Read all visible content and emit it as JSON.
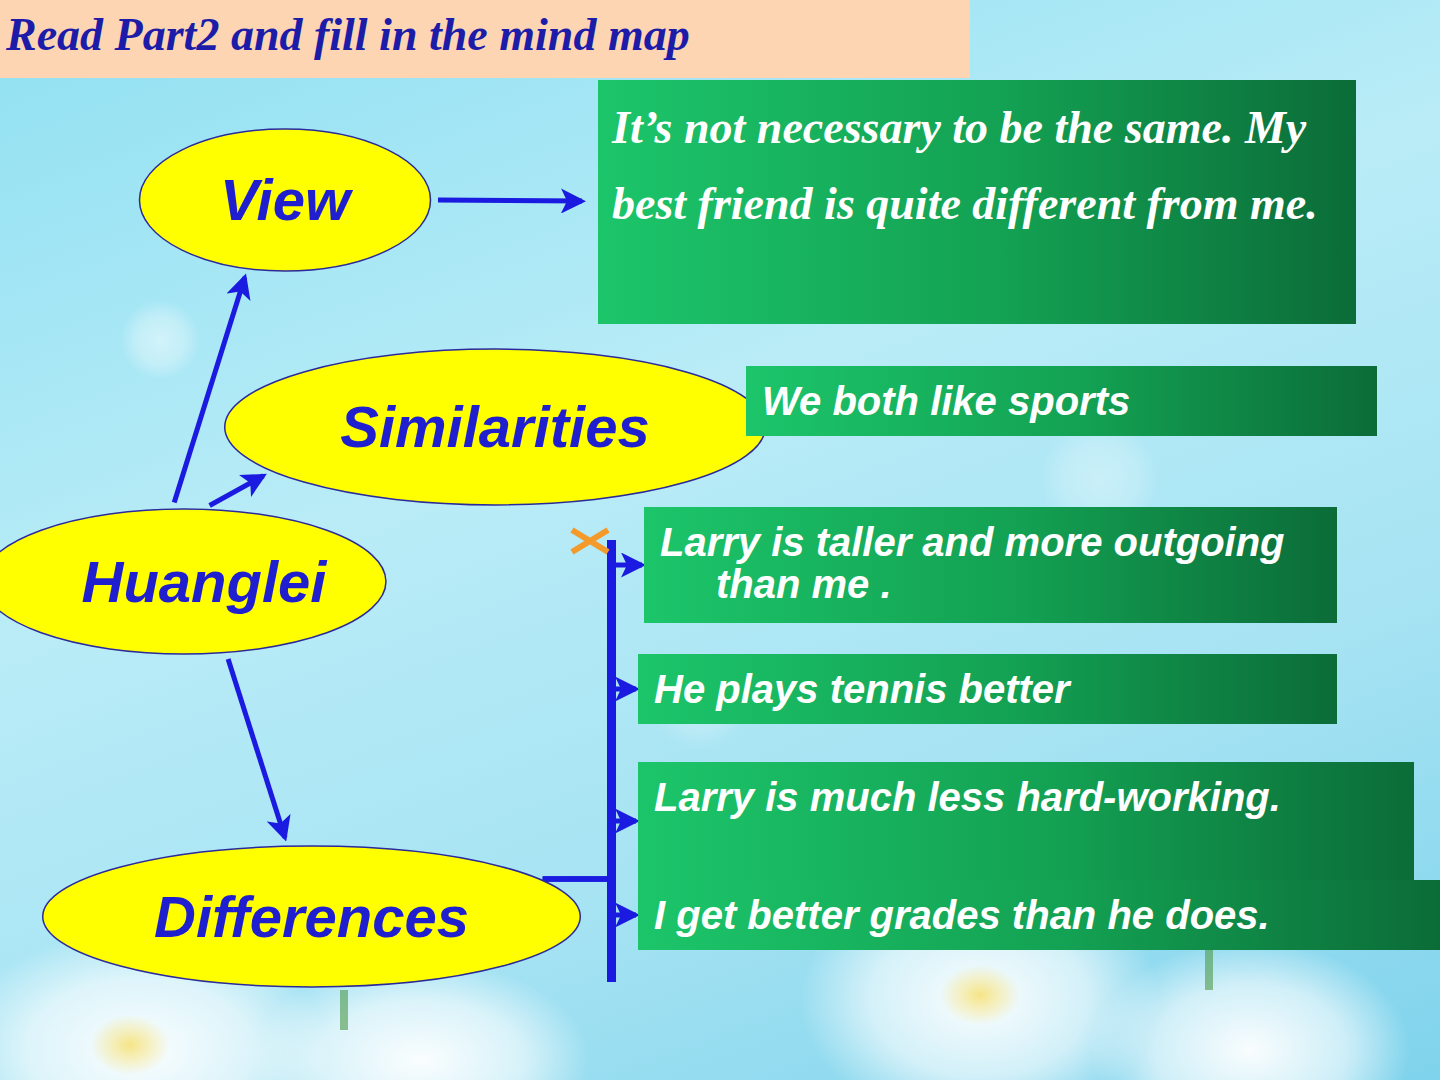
{
  "diagram": {
    "title": "Read  Part2 and fill in the mind map",
    "nodes": [
      {
        "text": [
          "View"
        ]
      },
      {
        "text": [
          "It’s not necessary to be the same. My best friend is quite different from me."
        ]
      },
      {
        "text": [
          "Similarities"
        ]
      },
      {
        "text": [
          "We both like sports"
        ]
      },
      {
        "text": [
          "Huanglei"
        ]
      },
      {
        "text": [
          "Larry is taller and more outgoing than me ."
        ]
      },
      {
        "text": [
          "He plays tennis better"
        ]
      },
      {
        "text": [
          "Larry is much less hard-working."
        ]
      },
      {
        "text": [
          "I get better grades than he does."
        ]
      },
      {
        "text": [
          "Differences"
        ]
      }
    ],
    "edges": [
      {
        "from": 4,
        "to": 0,
        "arrow": "to"
      },
      {
        "from": 4,
        "to": 2,
        "arrow": "to"
      },
      {
        "from": 4,
        "to": 9,
        "arrow": "to"
      },
      {
        "from": 0,
        "to": 1,
        "arrow": "to"
      },
      {
        "from": 9,
        "to": 5,
        "arrow": "to"
      },
      {
        "from": 9,
        "to": 6,
        "arrow": "to"
      },
      {
        "from": 9,
        "to": 7,
        "arrow": "to"
      },
      {
        "from": 9,
        "to": 8,
        "arrow": "to"
      }
    ]
  }
}
